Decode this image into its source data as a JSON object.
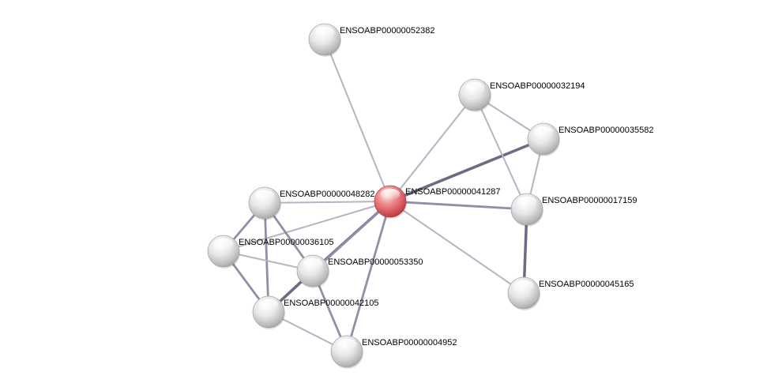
{
  "network": {
    "colors": {
      "query_node": "#e4777b",
      "node": "#d8d8d8",
      "edge_light": "#b4b4c4",
      "edge_dark": "#6a6c86"
    },
    "nodes": [
      {
        "id": "n41287",
        "label": "ENSOABP00000041287",
        "query": true
      },
      {
        "id": "n52382",
        "label": "ENSOABP00000052382"
      },
      {
        "id": "n32194",
        "label": "ENSOABP00000032194"
      },
      {
        "id": "n35582",
        "label": "ENSOABP00000035582"
      },
      {
        "id": "n17159",
        "label": "ENSOABP00000017159"
      },
      {
        "id": "n45165",
        "label": "ENSOABP00000045165"
      },
      {
        "id": "n48282",
        "label": "ENSOABP00000048282"
      },
      {
        "id": "n36105",
        "label": "ENSOABP00000036105"
      },
      {
        "id": "n53350",
        "label": "ENSOABP00000053350"
      },
      {
        "id": "n42105",
        "label": "ENSOABP00000042105"
      },
      {
        "id": "n4952",
        "label": "ENSOABP00000004952"
      }
    ],
    "edges": [
      {
        "source": "n41287",
        "target": "n52382",
        "strength": "weak"
      },
      {
        "source": "n41287",
        "target": "n32194",
        "strength": "weak"
      },
      {
        "source": "n41287",
        "target": "n35582",
        "strength": "strong"
      },
      {
        "source": "n41287",
        "target": "n17159",
        "strength": "medium"
      },
      {
        "source": "n41287",
        "target": "n45165",
        "strength": "weak"
      },
      {
        "source": "n41287",
        "target": "n48282",
        "strength": "weak"
      },
      {
        "source": "n41287",
        "target": "n36105",
        "strength": "weak"
      },
      {
        "source": "n41287",
        "target": "n53350",
        "strength": "strong"
      },
      {
        "source": "n41287",
        "target": "n4952",
        "strength": "medium"
      },
      {
        "source": "n41287",
        "target": "n42105",
        "strength": "medium"
      },
      {
        "source": "n32194",
        "target": "n35582",
        "strength": "weak"
      },
      {
        "source": "n32194",
        "target": "n17159",
        "strength": "weak"
      },
      {
        "source": "n35582",
        "target": "n17159",
        "strength": "weak"
      },
      {
        "source": "n17159",
        "target": "n45165",
        "strength": "strong"
      },
      {
        "source": "n48282",
        "target": "n36105",
        "strength": "medium"
      },
      {
        "source": "n48282",
        "target": "n53350",
        "strength": "medium"
      },
      {
        "source": "n48282",
        "target": "n42105",
        "strength": "medium"
      },
      {
        "source": "n36105",
        "target": "n53350",
        "strength": "weak"
      },
      {
        "source": "n36105",
        "target": "n42105",
        "strength": "medium"
      },
      {
        "source": "n53350",
        "target": "n42105",
        "strength": "strong"
      },
      {
        "source": "n53350",
        "target": "n4952",
        "strength": "medium"
      },
      {
        "source": "n42105",
        "target": "n4952",
        "strength": "weak"
      }
    ]
  }
}
